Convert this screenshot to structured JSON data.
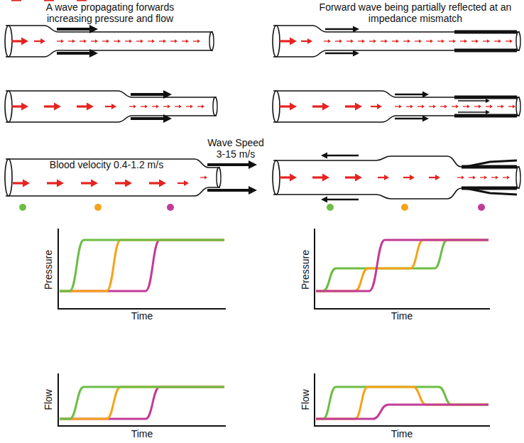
{
  "diagram": {
    "labels": [
      "A wave propagating forwards increasing pressure and flow",
      "Forward wave being partially reflected at an impedance mismatch",
      "Wave Speed 3-15 m/s",
      "Blood velocity 0.4-1.2 m/s",
      "Pressure",
      "Time",
      "Flow",
      "Time",
      "Pressure",
      "Time",
      "Flow",
      "Time"
    ]
  }
}
